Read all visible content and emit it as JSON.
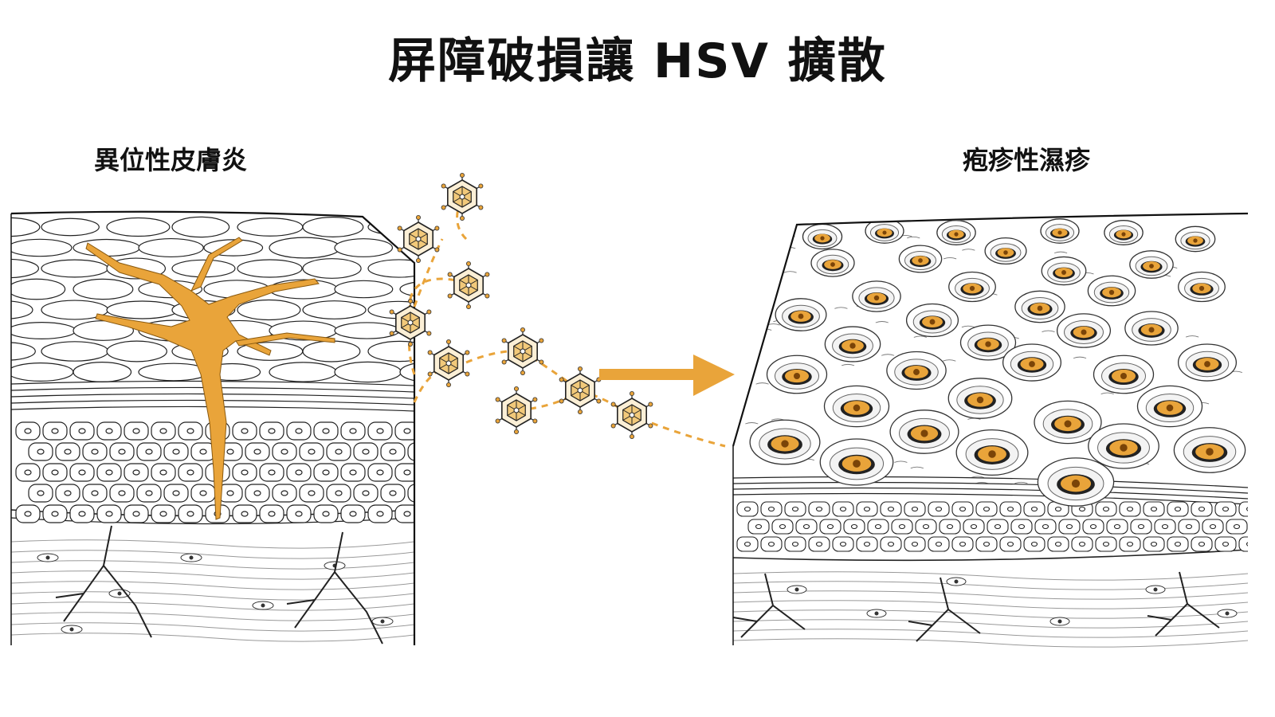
{
  "title": "屏障破損讓 HSV 擴散",
  "left_panel": {
    "label": "異位性皮膚炎"
  },
  "right_panel": {
    "label": "疱疹性濕疹"
  },
  "colors": {
    "accent": "#E9A43A",
    "accent_dark": "#C98318",
    "lesion_core": "#B86A12",
    "line": "#1a1a1a",
    "virus_fill": "#FBEFD6"
  },
  "icons": [
    "virus-icon",
    "arrow-right-icon",
    "skin-crack",
    "vesicle-lesion"
  ]
}
